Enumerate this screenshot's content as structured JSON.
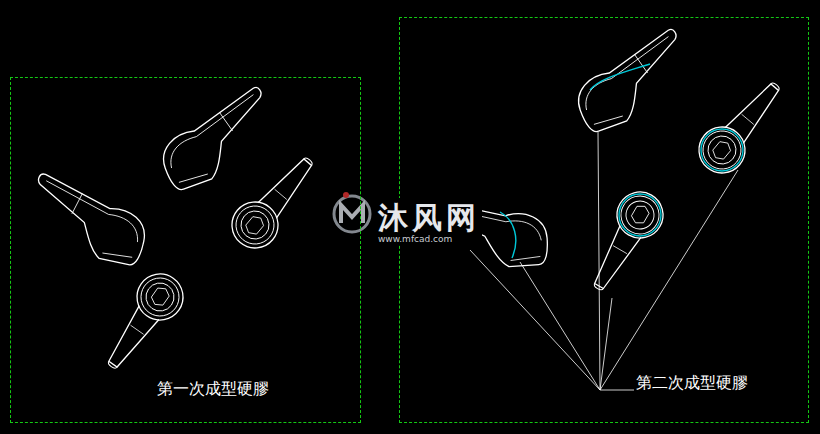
{
  "diagram": {
    "nodes": [
      {
        "text": [
          "第一次成型硬膠"
        ]
      },
      {
        "text": [
          "第二次成型硬膠"
        ]
      }
    ],
    "edges": [],
    "labels": [
      "沐风网",
      "www.mfcad.com"
    ]
  }
}
